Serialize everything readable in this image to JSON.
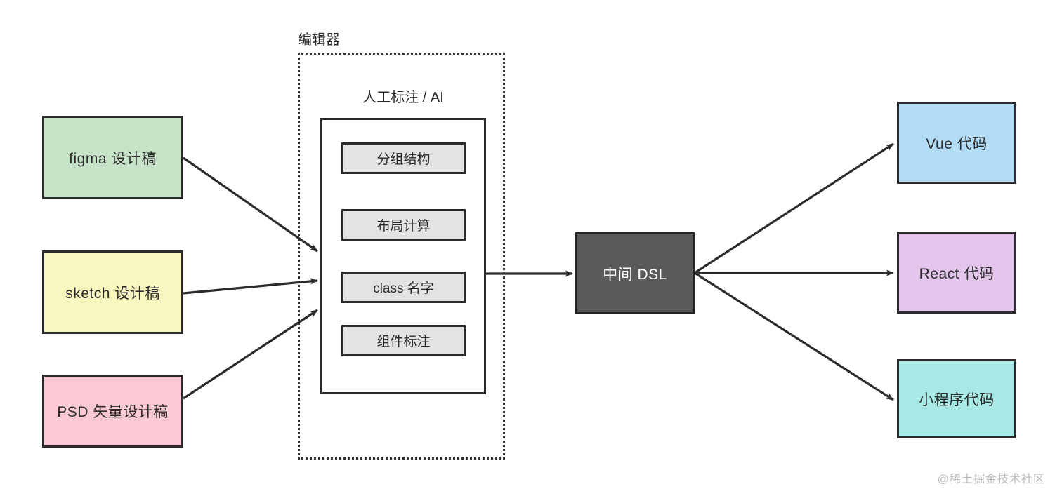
{
  "diagram": {
    "title": "design-to-code pipeline",
    "watermark": "@稀土掘金技术社区",
    "editor": {
      "label": "编辑器",
      "panel_title": "人工标注 / AI",
      "items": [
        {
          "label": "分组结构"
        },
        {
          "label": "布局计算"
        },
        {
          "label": "class 名字"
        },
        {
          "label": "组件标注"
        }
      ]
    },
    "sources": [
      {
        "label": "figma 设计稿",
        "color": "#c6e3c7"
      },
      {
        "label": "sketch 设计稿",
        "color": "#f9f7bf"
      },
      {
        "label": "PSD 矢量设计稿",
        "color": "#fbc9d4"
      }
    ],
    "dsl": {
      "label": "中间 DSL",
      "color": "#5a5a5a",
      "text_color": "#ffffff"
    },
    "outputs": [
      {
        "label": "Vue 代码",
        "color": "#b3ddf7"
      },
      {
        "label": "React 代码",
        "color": "#e3c4ea"
      },
      {
        "label": "小程序代码",
        "color": "#a8e9e6"
      }
    ],
    "edge_color": "#2b2b2b",
    "edges": [
      {
        "from": "figma 设计稿",
        "to": "编辑器"
      },
      {
        "from": "sketch 设计稿",
        "to": "编辑器"
      },
      {
        "from": "PSD 矢量设计稿",
        "to": "编辑器"
      },
      {
        "from": "编辑器",
        "to": "中间 DSL"
      },
      {
        "from": "中间 DSL",
        "to": "Vue 代码"
      },
      {
        "from": "中间 DSL",
        "to": "React 代码"
      },
      {
        "from": "中间 DSL",
        "to": "小程序代码"
      }
    ]
  }
}
